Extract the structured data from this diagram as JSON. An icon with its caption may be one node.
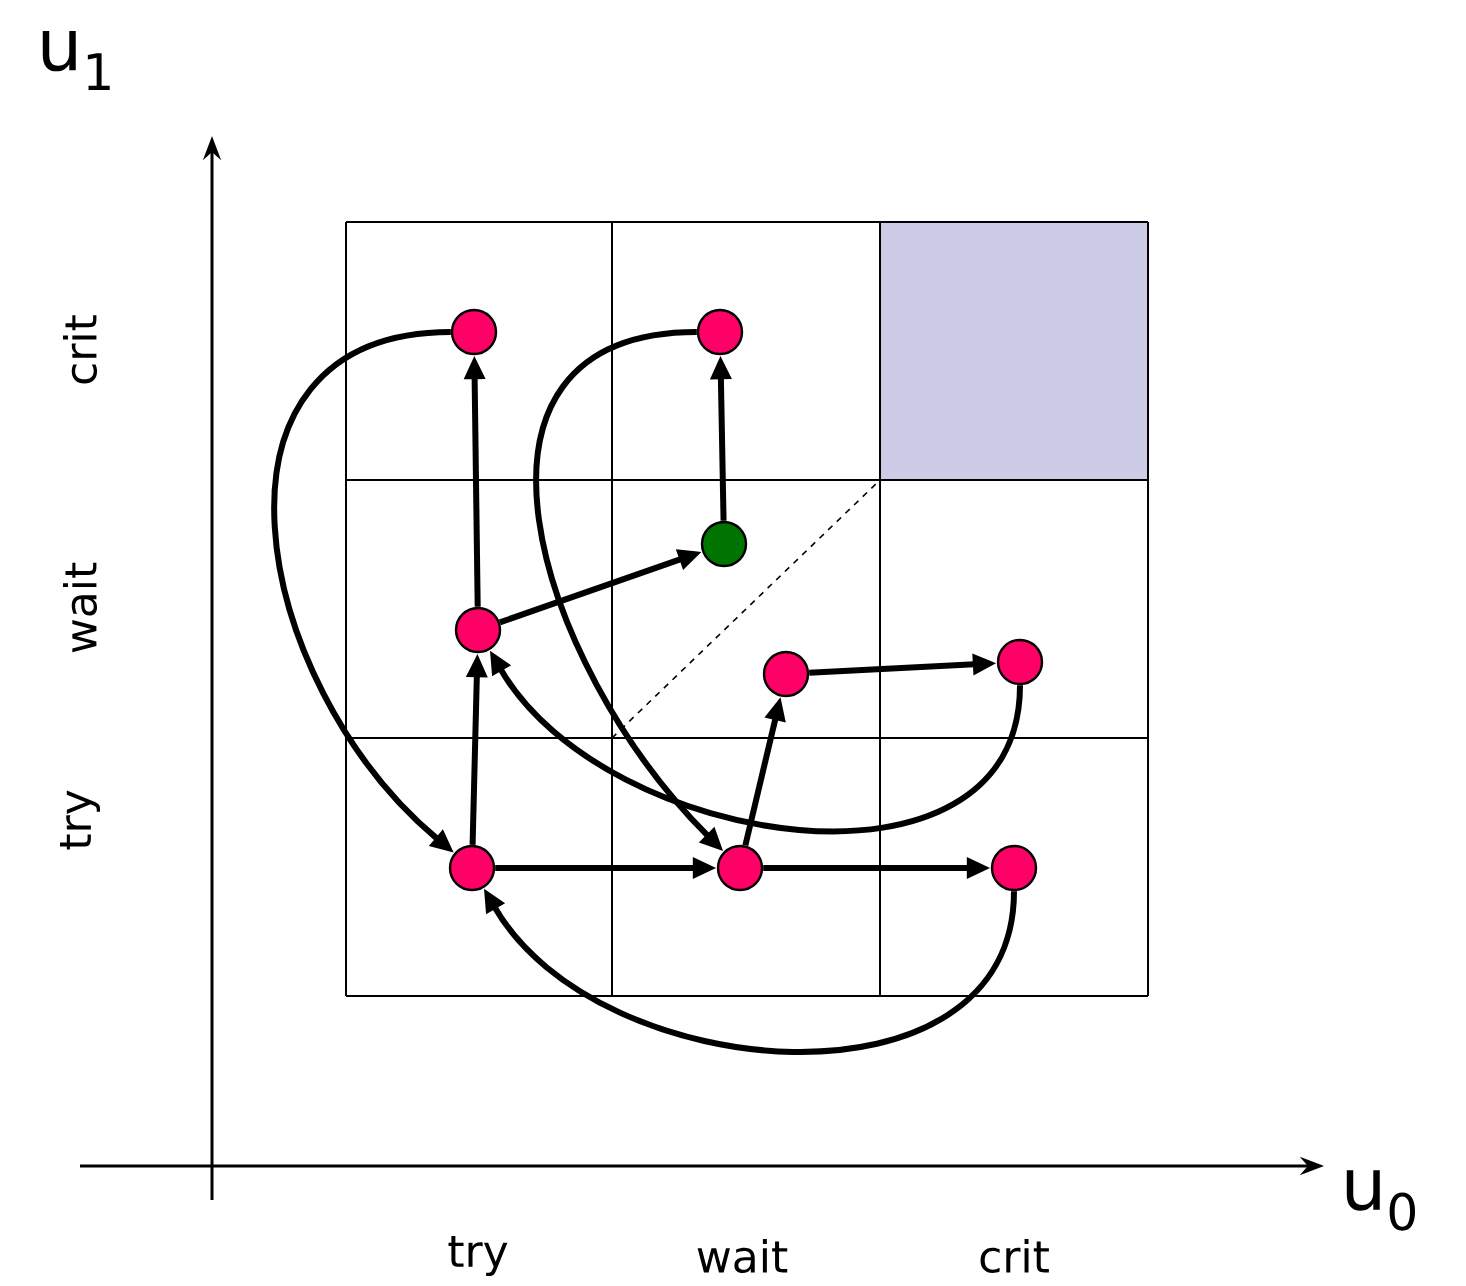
{
  "diagram": {
    "nodes": [
      {
        "text": [],
        "shape": "circle"
      },
      {
        "text": [],
        "shape": "circle"
      },
      {
        "text": [],
        "shape": "circle"
      },
      {
        "text": [],
        "shape": "circle"
      },
      {
        "text": [],
        "shape": "circle"
      },
      {
        "text": [],
        "shape": "circle"
      },
      {
        "text": [],
        "shape": "circle"
      },
      {
        "text": [],
        "shape": "circle"
      },
      {
        "text": [],
        "shape": "circle"
      }
    ],
    "edges": [
      {
        "from": 3,
        "to": 0,
        "arrow": "to"
      },
      {
        "from": 2,
        "to": 1,
        "arrow": "to"
      },
      {
        "from": 3,
        "to": 2,
        "arrow": "to"
      },
      {
        "from": 6,
        "to": 3,
        "arrow": "to"
      },
      {
        "from": 6,
        "to": 7,
        "arrow": "to"
      },
      {
        "from": 7,
        "to": 4,
        "arrow": "to"
      },
      {
        "from": 4,
        "to": 5,
        "arrow": "to"
      },
      {
        "from": 7,
        "to": 8,
        "arrow": "to"
      },
      {
        "from": 5,
        "to": 3,
        "arrow": "to"
      },
      {
        "from": 8,
        "to": 6,
        "arrow": "to"
      },
      {
        "from": 0,
        "to": 6,
        "arrow": "to"
      },
      {
        "from": 1,
        "to": 7,
        "arrow": "to"
      }
    ],
    "labels": [
      "u$_{1}$",
      "u$_{0}$",
      "crit",
      "wait",
      "try",
      "try",
      "wait",
      "crit"
    ]
  }
}
